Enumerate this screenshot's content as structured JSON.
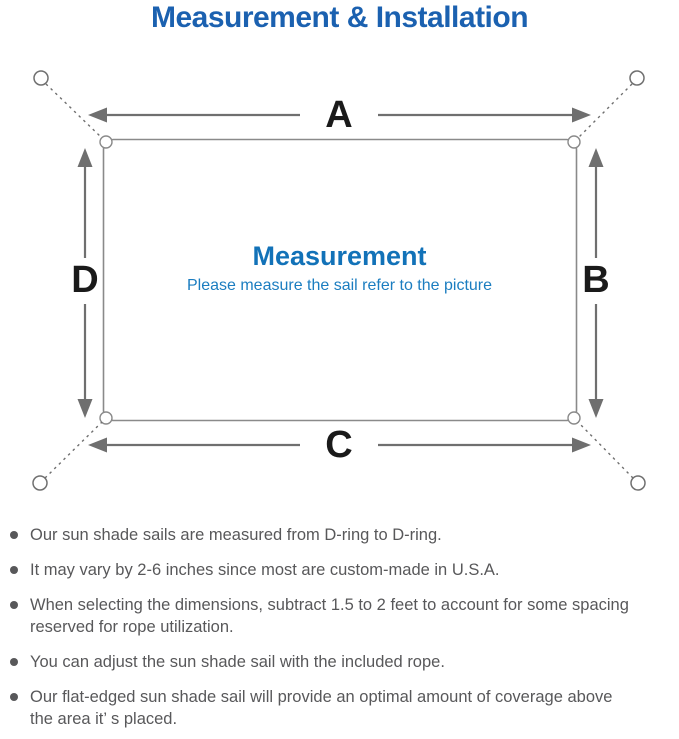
{
  "title": {
    "text": "Measurement & Installation"
  },
  "diagram": {
    "labels": {
      "a": "A",
      "b": "B",
      "c": "C",
      "d": "D"
    },
    "center": {
      "heading": "Measurement",
      "subheading": "Please measure the sail refer to the picture"
    }
  },
  "notes": {
    "items": [
      "Our sun shade sails are measured from D-ring to D-ring.",
      "It may vary by 2-6 inches since most are custom-made in U.S.A.",
      "When selecting the dimensions, subtract 1.5 to 2 feet to account for some spacing\nreserved for rope utilization.",
      "You can adjust the sun shade sail with the included rope.",
      "Our flat-edged sun shade sail will provide an optimal amount of coverage above\nthe area it’ s placed."
    ]
  },
  "colors": {
    "title": "#1b61b0",
    "heading": "#1272b8",
    "subheading": "#1b7dc0",
    "line": "#8a8a8a",
    "arrow": "#6f6f6f",
    "label": "#1a1a1a",
    "note_text": "#58585a",
    "background": "#ffffff"
  }
}
